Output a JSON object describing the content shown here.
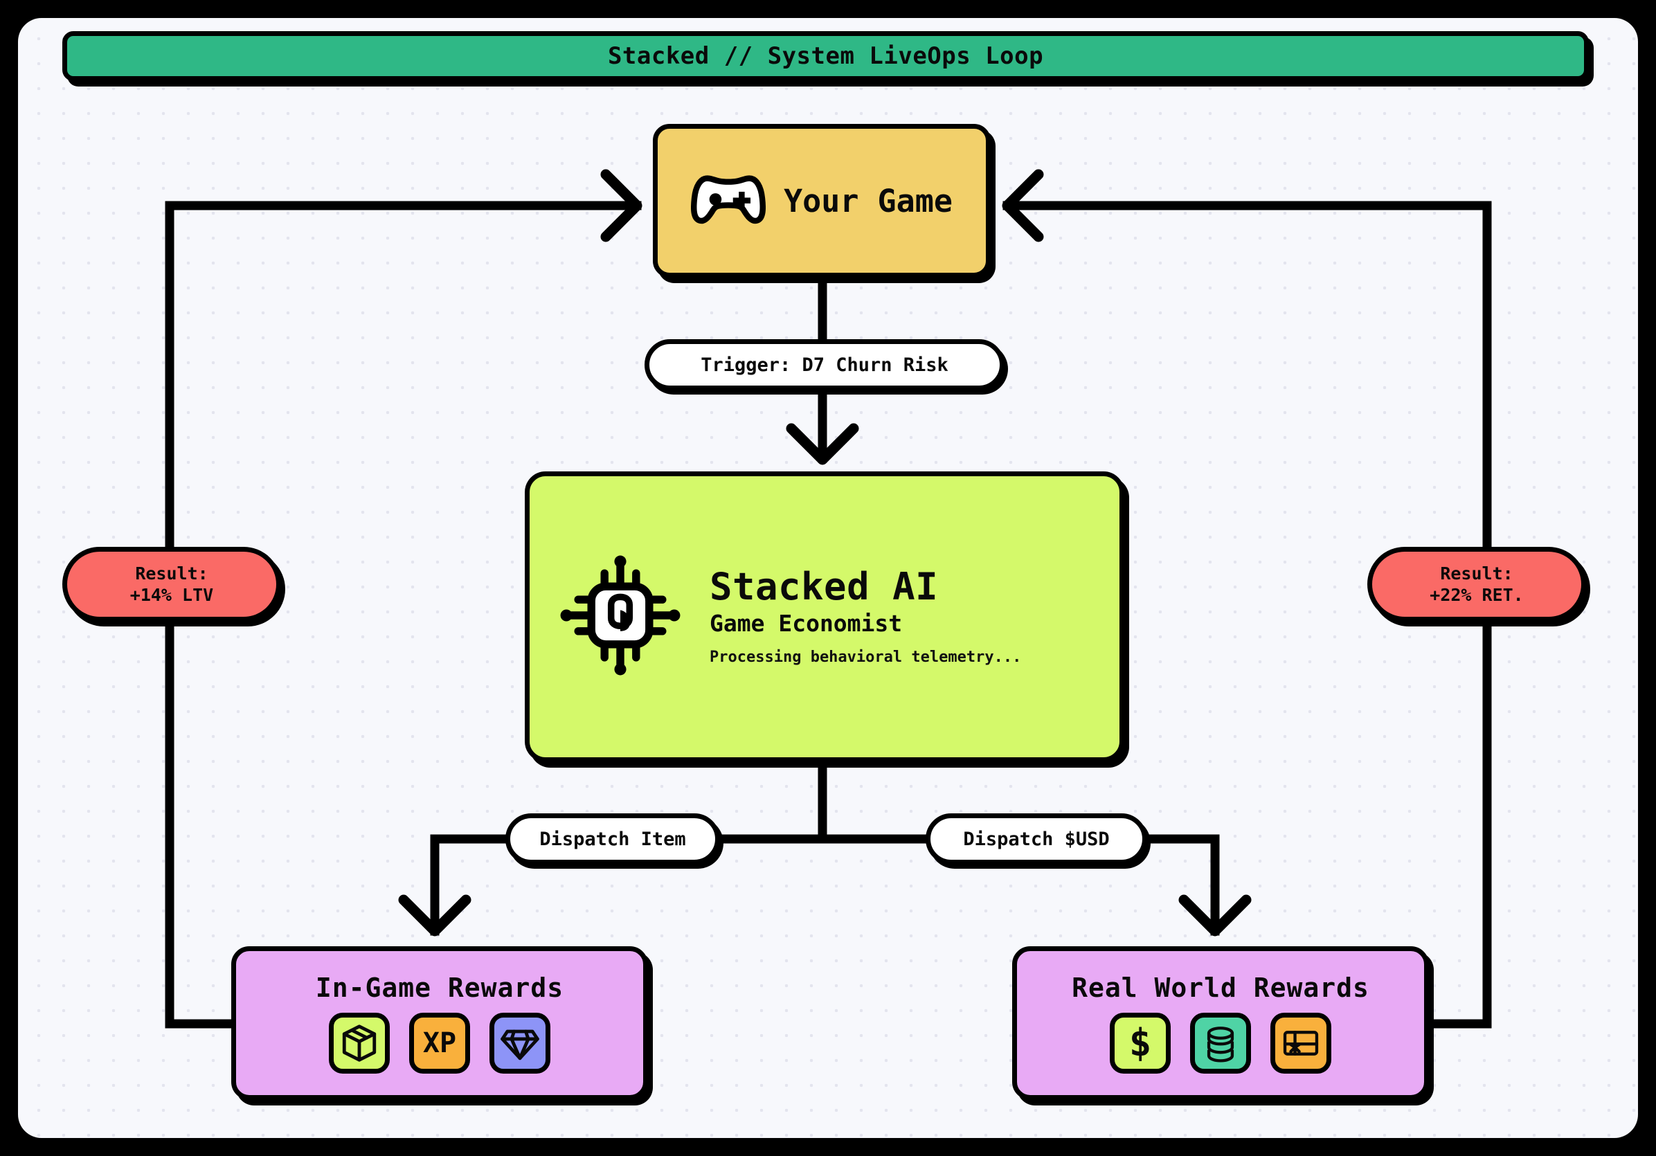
{
  "diagram": {
    "title": "Stacked // System LiveOps Loop",
    "type": "flowchart",
    "colors": {
      "frame": "#000000",
      "canvas": "#f7f8fc",
      "title_bar": "#2fb886",
      "game_node": "#f2d06b",
      "ai_node": "#d4f96a",
      "reward_node": "#e8aaf5",
      "result_pill": "#fa6a66",
      "label_pill": "#ffffff"
    }
  },
  "nodes": {
    "game": {
      "label": "Your Game",
      "icon": "gamepad-icon"
    },
    "ai": {
      "title": "Stacked AI",
      "subtitle": "Game Economist",
      "status": "Processing behavioral telemetry...",
      "icon": "cpu-chip-icon"
    },
    "in_game_rewards": {
      "title": "In-Game Rewards",
      "items": [
        {
          "name": "loot-box-icon",
          "label": "",
          "color": "#d4f96a"
        },
        {
          "name": "xp-icon",
          "label": "XP",
          "color": "#f9b03c"
        },
        {
          "name": "gem-icon",
          "label": "",
          "color": "#8d94f7"
        }
      ]
    },
    "real_world_rewards": {
      "title": "Real World Rewards",
      "items": [
        {
          "name": "dollar-icon",
          "label": "$",
          "color": "#d4f96a"
        },
        {
          "name": "coins-icon",
          "label": "",
          "color": "#4fd3a5"
        },
        {
          "name": "gift-card-icon",
          "label": "",
          "color": "#f9b03c"
        }
      ]
    }
  },
  "edge_labels": {
    "trigger": "Trigger: D7 Churn Risk",
    "dispatch_item": "Dispatch Item",
    "dispatch_usd": "Dispatch $USD"
  },
  "results": {
    "left": {
      "line1": "Result:",
      "line2": "+14% LTV"
    },
    "right": {
      "line1": "Result:",
      "line2": "+22% RET."
    }
  }
}
